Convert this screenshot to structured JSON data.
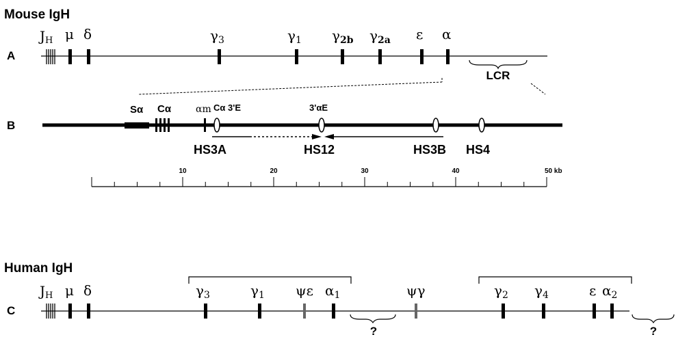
{
  "mouse": {
    "title": "Mouse IgH",
    "row_a_label": "A",
    "row_b_label": "B",
    "genes": [
      {
        "id": "jh",
        "label": "J",
        "sub": "H"
      },
      {
        "id": "mu",
        "label": "μ"
      },
      {
        "id": "delta",
        "label": "δ"
      },
      {
        "id": "gamma3",
        "label": "γ",
        "sub": "3"
      },
      {
        "id": "gamma1",
        "label": "γ",
        "sub": "1"
      },
      {
        "id": "gamma2b",
        "label": "γ",
        "sub": "2b"
      },
      {
        "id": "gamma2a",
        "label": "γ",
        "sub": "2a"
      },
      {
        "id": "epsilon",
        "label": "ε"
      },
      {
        "id": "alpha",
        "label": "α"
      }
    ],
    "lcr_label": "LCR",
    "expanded": {
      "s_alpha": "Sα",
      "c_alpha": "Cα",
      "alpha_m": "αm",
      "c_alpha_3e": "Cα 3'E",
      "alpha_3e": "3'αE",
      "hs_labels": [
        "HS3A",
        "HS12",
        "HS3B",
        "HS4"
      ]
    },
    "scale": {
      "ticks": [
        "10",
        "20",
        "30",
        "40",
        "50 kb"
      ]
    }
  },
  "human": {
    "title": "Human IgH",
    "row_c_label": "C",
    "genes": [
      {
        "id": "jh",
        "label": "J",
        "sub": "H"
      },
      {
        "id": "mu",
        "label": "μ"
      },
      {
        "id": "delta",
        "label": "δ"
      },
      {
        "id": "gamma3",
        "label": "γ",
        "sub": "3"
      },
      {
        "id": "gamma1",
        "label": "γ",
        "sub": "1"
      },
      {
        "id": "psi-epsilon",
        "label": "ψε"
      },
      {
        "id": "alpha1",
        "label": "α",
        "sub": "1"
      },
      {
        "id": "psi-gamma",
        "label": "ψγ"
      },
      {
        "id": "gamma2",
        "label": "γ",
        "sub": "2"
      },
      {
        "id": "gamma4",
        "label": "γ",
        "sub": "4"
      },
      {
        "id": "epsilon",
        "label": "ε"
      },
      {
        "id": "alpha2",
        "label": "α",
        "sub": "2"
      }
    ],
    "unknown_label": "?"
  },
  "colors": {
    "ink": "#000000",
    "background": "#ffffff"
  }
}
